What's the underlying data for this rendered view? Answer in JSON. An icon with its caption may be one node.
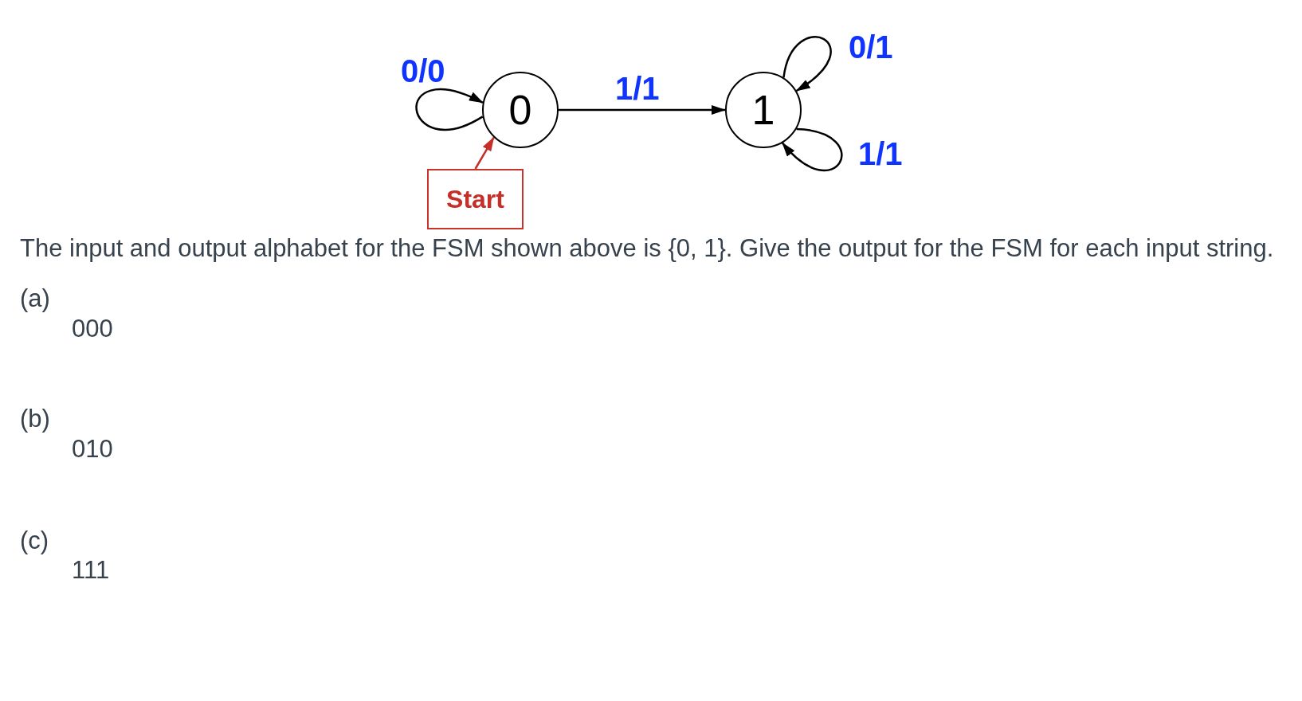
{
  "diagram": {
    "nodes": [
      {
        "text": [
          "0"
        ]
      },
      {
        "text": [
          "1"
        ]
      },
      {
        "text": [
          "Start"
        ]
      }
    ],
    "edges": [
      {
        "from": 0,
        "to": 0,
        "arrow": "to",
        "label": "0/0"
      },
      {
        "from": 0,
        "to": 1,
        "arrow": "to",
        "label": "1/1"
      },
      {
        "from": 1,
        "to": 1,
        "arrow": "to",
        "label": "0/1"
      },
      {
        "from": 1,
        "to": 1,
        "arrow": "to",
        "label": "1/1"
      },
      {
        "from": 2,
        "to": 0,
        "arrow": "to",
        "color": "#c62f27"
      }
    ],
    "labels": [
      "The input and output alphabet for the FSM shown above is {0, 1}. Give the output for the FSM for each input string.",
      "(a)",
      "000",
      "(b)",
      "010",
      "(c)",
      "111"
    ]
  }
}
